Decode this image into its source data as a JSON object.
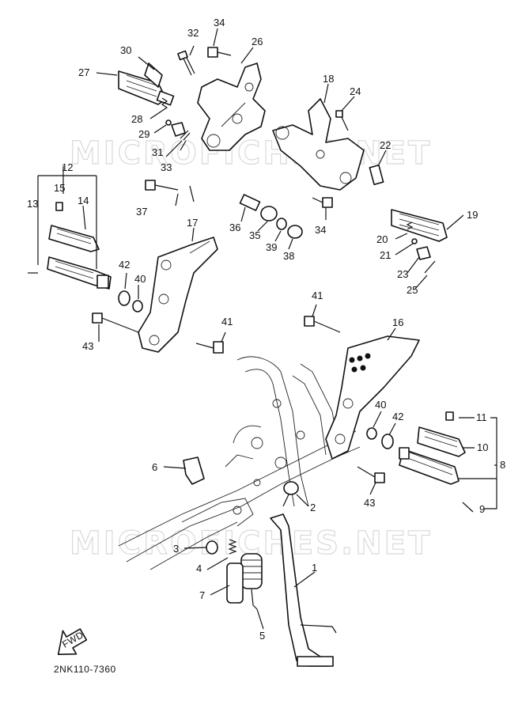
{
  "watermark": "MICROFICHES.NET",
  "part_code": "2NK110-7360",
  "fwd_label": "FWD",
  "callouts": [
    "1",
    "2",
    "3",
    "4",
    "5",
    "6",
    "7",
    "8",
    "9",
    "10",
    "11",
    "12",
    "13",
    "14",
    "15",
    "16",
    "17",
    "18",
    "19",
    "20",
    "21",
    "22",
    "23",
    "24",
    "25",
    "26",
    "27",
    "28",
    "29",
    "30",
    "31",
    "32",
    "33",
    "34",
    "35",
    "36",
    "37",
    "38",
    "39",
    "40",
    "41",
    "42",
    "43"
  ]
}
